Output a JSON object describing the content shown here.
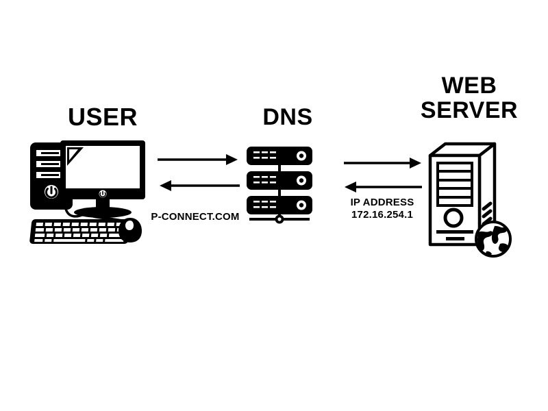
{
  "diagram": {
    "background_color": "#ffffff",
    "ink_color": "#000000",
    "nodes": [
      {
        "id": "user",
        "title": "USER",
        "icon": "desktop-computer-icon"
      },
      {
        "id": "dns",
        "title": "DNS",
        "icon": "dns-server-rack-icon"
      },
      {
        "id": "webserver",
        "title": "WEB\nSERVER",
        "icon": "web-server-tower-icon"
      }
    ],
    "edges": [
      {
        "id": "user-dns",
        "from": "user",
        "to": "dns",
        "label": "P-CONNECT.COM",
        "arrows": [
          "right",
          "left"
        ]
      },
      {
        "id": "dns-webserver",
        "from": "dns",
        "to": "webserver",
        "label": "IP ADDRESS\n172.16.254.1",
        "label_lines": [
          "IP ADDRESS",
          "172.16.254.1"
        ],
        "arrows": [
          "right",
          "left"
        ]
      }
    ]
  }
}
